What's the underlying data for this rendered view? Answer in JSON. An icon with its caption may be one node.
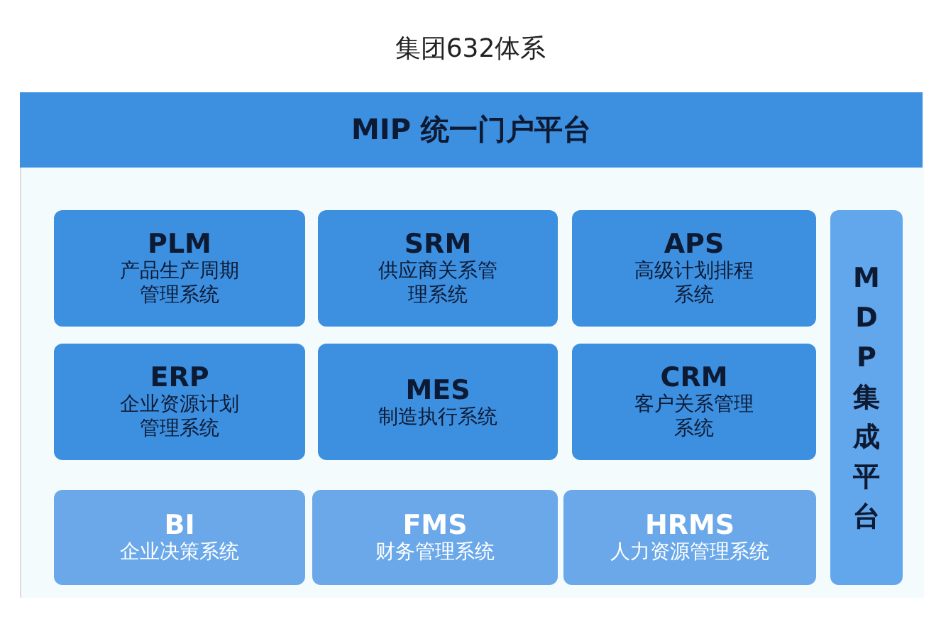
{
  "diagram": {
    "title": "集团632体系",
    "nodes": [
      {
        "text": [
          "MIP 统一门户平台"
        ]
      },
      {
        "text": [
          "PLM",
          "产品生产周期管理系统"
        ]
      },
      {
        "text": [
          "SRM",
          "供应商关系管理系统"
        ]
      },
      {
        "text": [
          "APS",
          "高级计划排程系统"
        ]
      },
      {
        "text": [
          "ERP",
          "企业资源计划管理系统"
        ]
      },
      {
        "text": [
          "MES",
          "制造执行系统"
        ]
      },
      {
        "text": [
          "CRM",
          "客户关系管理系统"
        ]
      },
      {
        "text": [
          "BI",
          "企业决策系统"
        ]
      },
      {
        "text": [
          "FMS",
          "财务管理系统"
        ]
      },
      {
        "text": [
          "HRMS",
          "人力资源管理系统"
        ]
      },
      {
        "text": [
          "MDP集成平台"
        ]
      }
    ],
    "edges": []
  }
}
